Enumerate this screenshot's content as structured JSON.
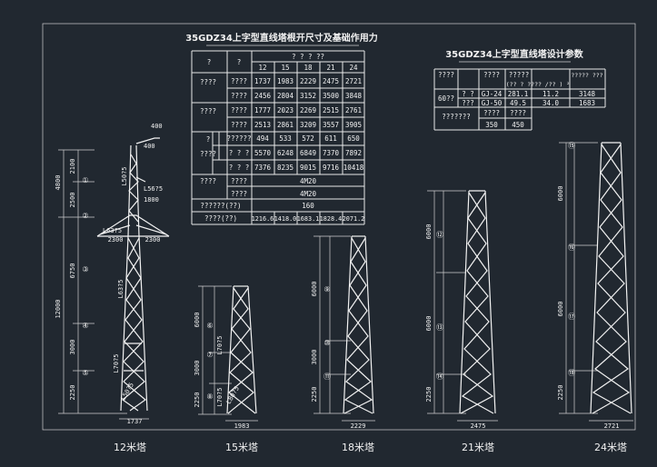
{
  "table1": {
    "title": "35GDZ34上字型直线塔根开尺寸及基础作用力",
    "header_top": [
      "?",
      "?",
      "? ? ? ??"
    ],
    "heights": [
      "12",
      "15",
      "18",
      "21",
      "24"
    ],
    "rows": [
      {
        "c1": "????",
        "c2": "????",
        "v": [
          "1737",
          "1983",
          "2229",
          "2475",
          "2721"
        ]
      },
      {
        "c1": "",
        "c2": "????",
        "v": [
          "2456",
          "2804",
          "3152",
          "3500",
          "3848"
        ]
      },
      {
        "c1": "????",
        "c2": "????",
        "v": [
          "1777",
          "2023",
          "2269",
          "2515",
          "2761"
        ]
      },
      {
        "c1": "",
        "c2": "????",
        "v": [
          "2513",
          "2861",
          "3209",
          "3557",
          "3905"
        ]
      },
      {
        "c1": "?",
        "c2": "??????",
        "v": [
          "494",
          "533",
          "572",
          "611",
          "650"
        ]
      },
      {
        "c1": "????",
        "c2": "? ? ?",
        "v": [
          "5570",
          "6248",
          "6849",
          "7370",
          "7892"
        ]
      },
      {
        "c1": "",
        "c2": "? ? ?",
        "v": [
          "7376",
          "8235",
          "9015",
          "9716",
          "10418"
        ]
      }
    ],
    "merged_rows": [
      {
        "c1": "????",
        "c2": "????",
        "value": "4M20"
      },
      {
        "c1": "",
        "c2": "????",
        "value": "4M20"
      },
      {
        "c1": "??????(??)",
        "c2": "",
        "value": "160"
      }
    ],
    "last_row": {
      "c1": "????(??)",
      "v": [
        "1216.6",
        "1418.0",
        "1683.1",
        "1828.4",
        "2071.2"
      ]
    }
  },
  "table2": {
    "title": "35GDZ34上字型直线塔设计参数",
    "header": [
      "????",
      "????",
      "?????",
      "????? ???"
    ],
    "header_sub": "(?? ? ???? /?? ) ²",
    "row_label": "60??",
    "rows": [
      {
        "a": "? ?",
        "b": "GJ-24",
        "c": "281.1",
        "d": "11.2",
        "e": "3148"
      },
      {
        "a": "???",
        "b": "GJ-50",
        "c": "49.5",
        "d": "34.0",
        "e": "1683"
      }
    ],
    "span_row": {
      "label": "???????",
      "h1": "????",
      "h2": "????",
      "v1": "350",
      "v2": "450"
    }
  },
  "towers": [
    {
      "caption": "12米塔",
      "base": "1737",
      "dims": [
        "4800",
        "12000",
        "2100",
        "2500",
        "6750",
        "3000",
        "2250"
      ],
      "nodes": [
        "①",
        "②",
        "③",
        "④",
        "⑤"
      ],
      "head": [
        "400",
        "400",
        "L50?5",
        "L56?5",
        "1800",
        "L63?5",
        "2300",
        "2300"
      ],
      "members": [
        "L63?5",
        "L70?5",
        "L50?5"
      ]
    },
    {
      "caption": "15米塔",
      "base": "1983",
      "dims": [
        "6000",
        "3000",
        "2250"
      ],
      "nodes": [
        "⑥",
        "⑦",
        "⑧"
      ],
      "members": [
        "L70?5",
        "L70?5",
        "L80?5"
      ]
    },
    {
      "caption": "18米塔",
      "base": "2229",
      "dims": [
        "6000",
        "3000",
        "2250"
      ],
      "nodes": [
        "⑨",
        "⑩",
        "⑪"
      ]
    },
    {
      "caption": "21米塔",
      "base": "2475",
      "dims": [
        "6000",
        "6000",
        "2250"
      ],
      "nodes": [
        "⑫",
        "⑬",
        "⑭"
      ]
    },
    {
      "caption": "24米塔",
      "base": "2721",
      "dims": [
        "6000",
        "6000",
        "2250"
      ],
      "nodes": [
        "⑮",
        "⑯",
        "⑰",
        "⑱"
      ]
    }
  ]
}
